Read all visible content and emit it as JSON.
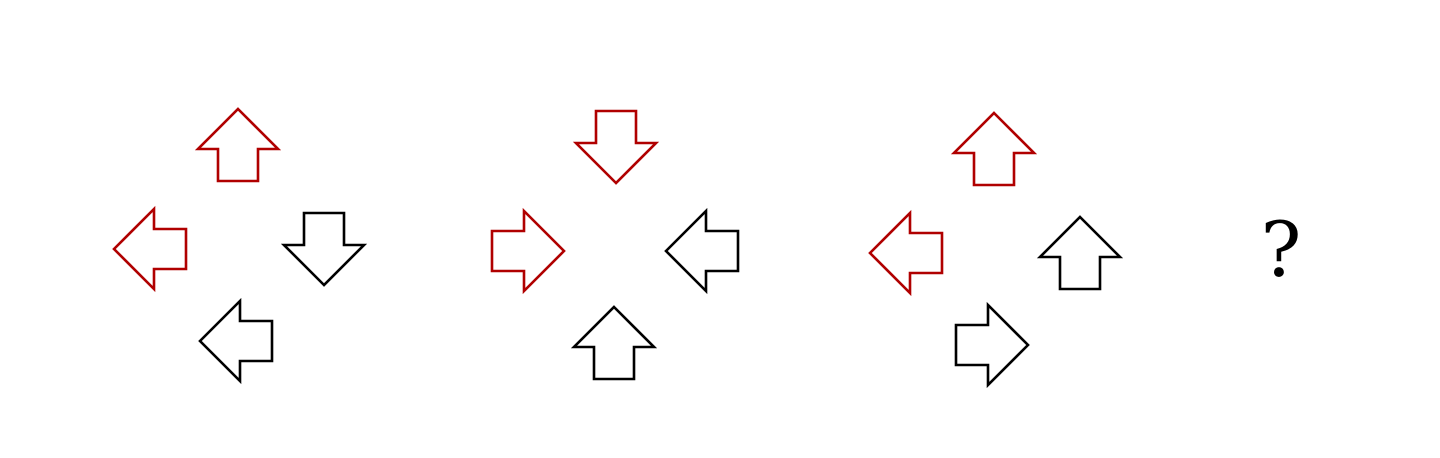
{
  "colors": {
    "accent": "#b00000",
    "primary": "#000000"
  },
  "panels": [
    {
      "arrows": [
        {
          "slot": "top",
          "direction": "up",
          "color": "accent"
        },
        {
          "slot": "left",
          "direction": "left",
          "color": "accent"
        },
        {
          "slot": "right",
          "direction": "down",
          "color": "primary"
        },
        {
          "slot": "bottom",
          "direction": "left",
          "color": "primary"
        }
      ]
    },
    {
      "arrows": [
        {
          "slot": "top",
          "direction": "down",
          "color": "accent"
        },
        {
          "slot": "left",
          "direction": "right",
          "color": "accent"
        },
        {
          "slot": "right",
          "direction": "left",
          "color": "primary"
        },
        {
          "slot": "bottom",
          "direction": "up",
          "color": "primary"
        }
      ]
    },
    {
      "arrows": [
        {
          "slot": "top",
          "direction": "up",
          "color": "accent"
        },
        {
          "slot": "left",
          "direction": "left",
          "color": "accent"
        },
        {
          "slot": "right",
          "direction": "up",
          "color": "primary"
        },
        {
          "slot": "bottom",
          "direction": "right",
          "color": "primary"
        }
      ]
    }
  ],
  "missing": {
    "symbol": "?"
  }
}
